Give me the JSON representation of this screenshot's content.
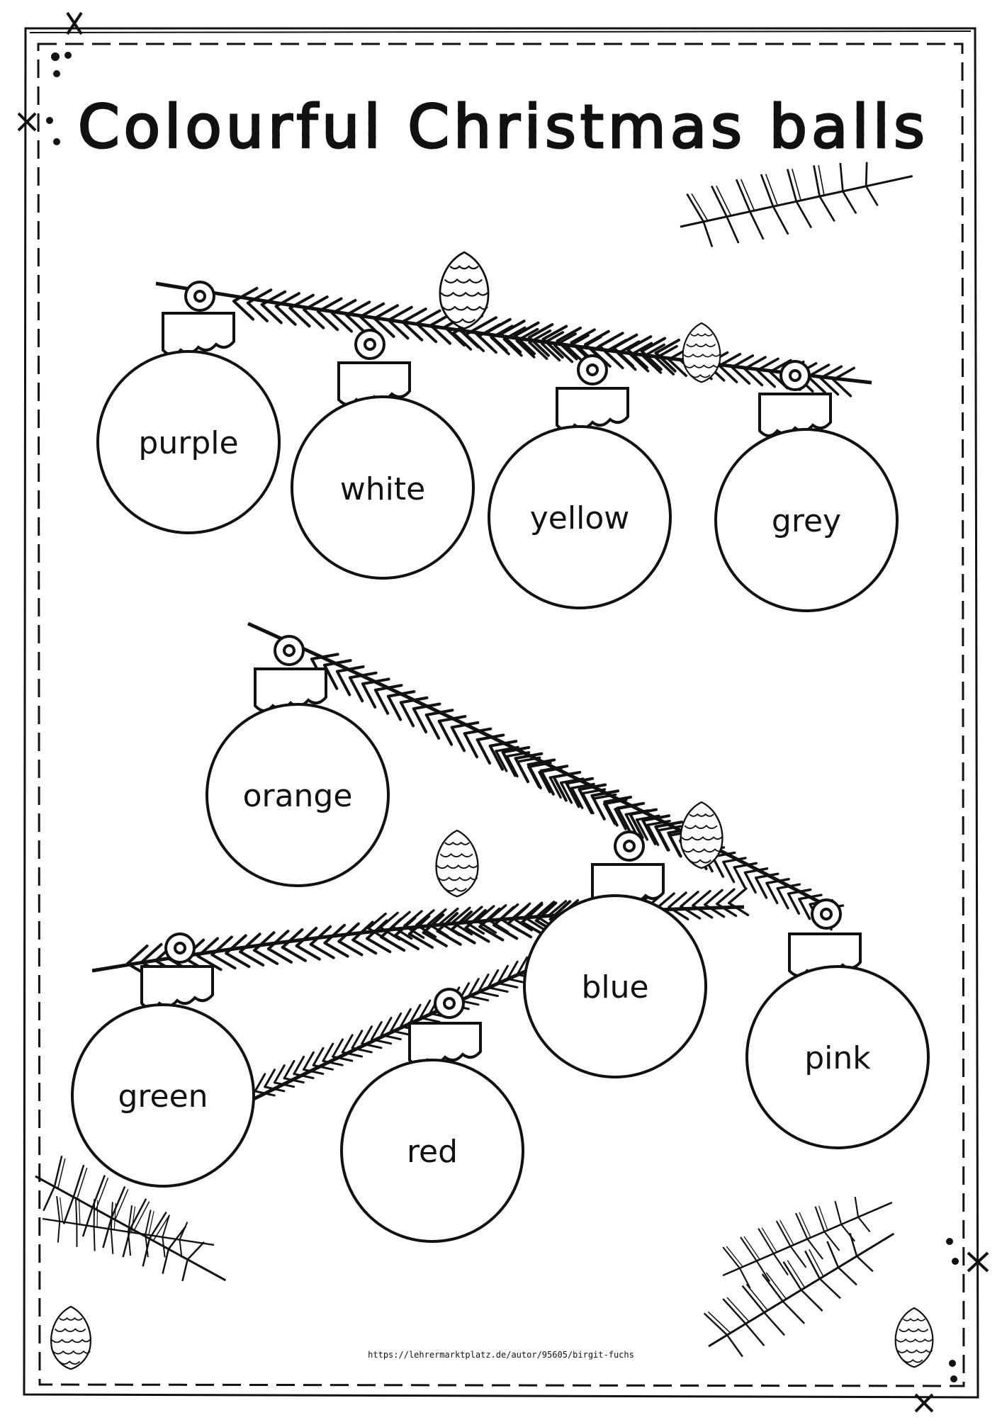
{
  "title": "Colourful Christmas balls",
  "balls": [
    {
      "label": "purple"
    },
    {
      "label": "white"
    },
    {
      "label": "yellow"
    },
    {
      "label": "grey"
    },
    {
      "label": "orange"
    },
    {
      "label": "blue"
    },
    {
      "label": "pink"
    },
    {
      "label": "green"
    },
    {
      "label": "red"
    }
  ],
  "footer_url": "https://lehrermarktplatz.de/autor/95605/birgit-fuchs",
  "colors": {
    "ink": "#111111",
    "paper": "#ffffff"
  }
}
